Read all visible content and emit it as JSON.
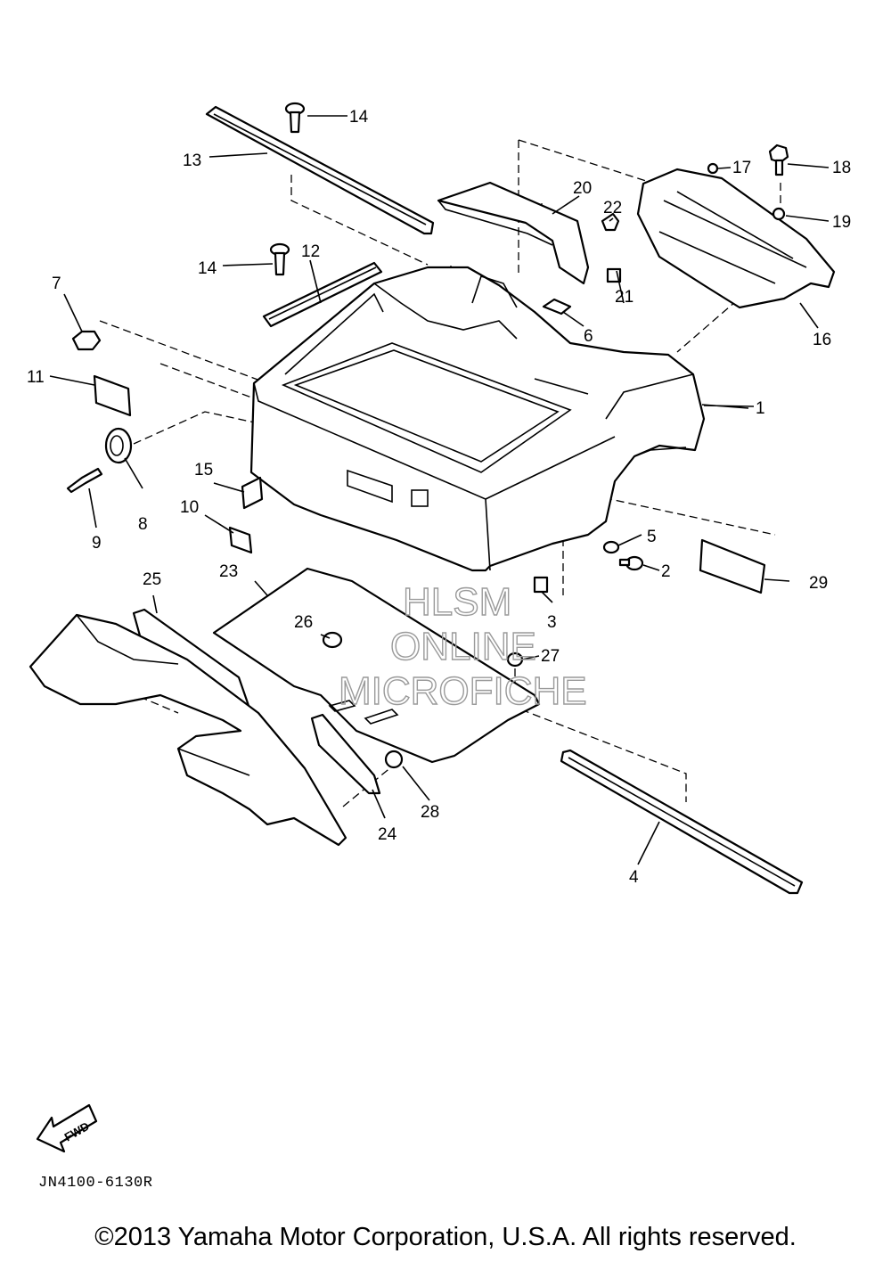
{
  "diagram": {
    "callouts": [
      {
        "id": "1",
        "label": "1"
      },
      {
        "id": "2",
        "label": "2"
      },
      {
        "id": "3",
        "label": "3"
      },
      {
        "id": "4",
        "label": "4"
      },
      {
        "id": "5",
        "label": "5"
      },
      {
        "id": "6",
        "label": "6"
      },
      {
        "id": "7",
        "label": "7"
      },
      {
        "id": "8",
        "label": "8"
      },
      {
        "id": "9",
        "label": "9"
      },
      {
        "id": "10",
        "label": "10"
      },
      {
        "id": "11",
        "label": "11"
      },
      {
        "id": "12",
        "label": "12"
      },
      {
        "id": "13",
        "label": "13"
      },
      {
        "id": "14a",
        "label": "14"
      },
      {
        "id": "14b",
        "label": "14"
      },
      {
        "id": "15",
        "label": "15"
      },
      {
        "id": "16",
        "label": "16"
      },
      {
        "id": "17",
        "label": "17"
      },
      {
        "id": "18",
        "label": "18"
      },
      {
        "id": "19",
        "label": "19"
      },
      {
        "id": "20",
        "label": "20"
      },
      {
        "id": "21",
        "label": "21"
      },
      {
        "id": "22",
        "label": "22"
      },
      {
        "id": "23",
        "label": "23"
      },
      {
        "id": "24",
        "label": "24"
      },
      {
        "id": "25",
        "label": "25"
      },
      {
        "id": "26",
        "label": "26"
      },
      {
        "id": "27",
        "label": "27"
      },
      {
        "id": "28",
        "label": "28"
      },
      {
        "id": "29",
        "label": "29"
      }
    ],
    "watermark": {
      "line1": "HLSM",
      "line2": "ONLINE",
      "line3": "MICROFICHE"
    },
    "fwd_label": "FWD"
  },
  "footer": {
    "diagram_code": "JN4100-6130R",
    "copyright": "©2013 Yamaha Motor Corporation, U.S.A. All rights reserved."
  }
}
